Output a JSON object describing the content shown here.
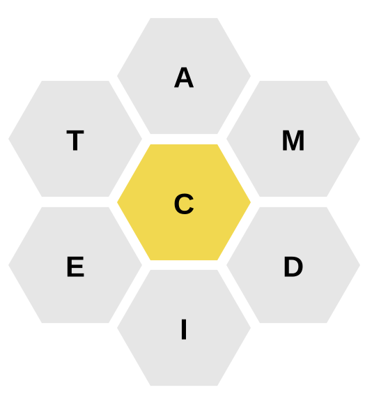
{
  "hive": {
    "center": {
      "letter": "C",
      "color": "#f1d850"
    },
    "outer_color": "#e6e6e6",
    "outer": {
      "top": {
        "letter": "A"
      },
      "upper_left": {
        "letter": "T"
      },
      "upper_right": {
        "letter": "M"
      },
      "lower_left": {
        "letter": "E"
      },
      "lower_right": {
        "letter": "D"
      },
      "bottom": {
        "letter": "I"
      }
    }
  }
}
